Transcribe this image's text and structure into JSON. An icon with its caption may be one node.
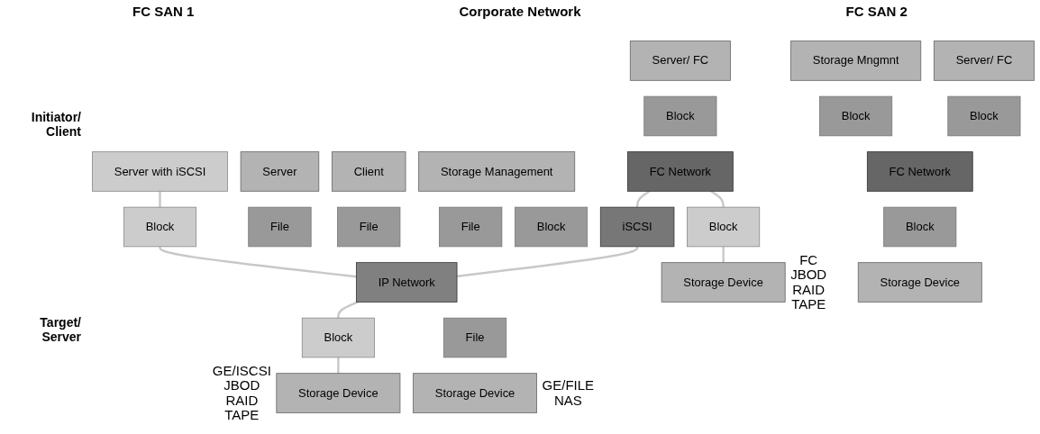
{
  "diagram": {
    "nodes": [
      {
        "text": [
          "Server with iSCSI"
        ]
      },
      {
        "text": [
          "Server/ FC"
        ]
      },
      {
        "text": [
          "Server"
        ]
      },
      {
        "text": [
          "Client"
        ]
      },
      {
        "text": [
          "Storage Management"
        ]
      },
      {
        "text": [
          "Storage Mngmnt"
        ]
      },
      {
        "text": [
          "Server/ FC"
        ]
      },
      {
        "text": [
          "Block"
        ]
      },
      {
        "text": [
          "Block"
        ]
      },
      {
        "text": [
          "File"
        ]
      },
      {
        "text": [
          "File"
        ]
      },
      {
        "text": [
          "File"
        ]
      },
      {
        "text": [
          "Block"
        ]
      },
      {
        "text": [
          "Block"
        ]
      },
      {
        "text": [
          "Block"
        ]
      },
      {
        "text": [
          "FC Network"
        ]
      },
      {
        "text": [
          "iSCSI"
        ]
      },
      {
        "text": [
          "IP Network"
        ]
      },
      {
        "text": [
          "FC Network"
        ]
      },
      {
        "text": [
          "Block"
        ]
      },
      {
        "text": [
          "Block"
        ]
      },
      {
        "text": [
          "File"
        ]
      },
      {
        "text": [
          "Block"
        ]
      },
      {
        "text": [
          "Storage Device"
        ],
        "beside": [
          "FC JBOD RAID TAPE"
        ]
      },
      {
        "text": [
          "Storage Device"
        ],
        "beside": [
          "GE/ISCSI JBOD RAID TAPE"
        ]
      },
      {
        "text": [
          "Storage Device"
        ],
        "beside": [
          "GE/FILE NAS"
        ]
      },
      {
        "text": [
          "Storage Device"
        ]
      }
    ],
    "edges": [
      {
        "from": 0,
        "to": 8,
        "arrow": "none"
      },
      {
        "from": 8,
        "to": 17,
        "arrow": "none"
      },
      {
        "from": 15,
        "to": 16,
        "arrow": "none"
      },
      {
        "from": 16,
        "to": 17,
        "arrow": "none"
      },
      {
        "from": 15,
        "to": 19,
        "arrow": "none"
      },
      {
        "from": 19,
        "to": 23,
        "arrow": "none"
      },
      {
        "from": 17,
        "to": 20,
        "arrow": "none"
      },
      {
        "from": 20,
        "to": 24,
        "arrow": "none"
      }
    ],
    "labels": [
      "FC SAN 1",
      "Corporate Network",
      "FC SAN 2",
      "Initiator/ Client",
      "Target/ Server"
    ]
  }
}
